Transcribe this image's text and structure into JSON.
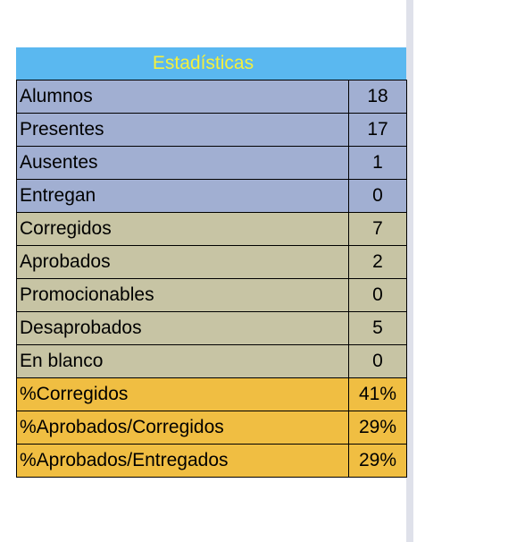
{
  "header": {
    "title": "Estadísticas"
  },
  "colors": {
    "header_bg": "#5ab8f0",
    "header_text": "#f5f03c",
    "group_blue": "#a1afd2",
    "group_tan": "#c7c4a4",
    "group_gold": "#f0be42"
  },
  "rows": [
    {
      "label": "Alumnos",
      "value": "18",
      "group": "blue"
    },
    {
      "label": "Presentes",
      "value": "17",
      "group": "blue"
    },
    {
      "label": "Ausentes",
      "value": "1",
      "group": "blue"
    },
    {
      "label": "Entregan",
      "value": "0",
      "group": "blue"
    },
    {
      "label": "Corregidos",
      "value": "7",
      "group": "tan"
    },
    {
      "label": "Aprobados",
      "value": "2",
      "group": "tan"
    },
    {
      "label": "Promocionables",
      "value": "0",
      "group": "tan"
    },
    {
      "label": "Desaprobados",
      "value": "5",
      "group": "tan"
    },
    {
      "label": "En blanco",
      "value": "0",
      "group": "tan"
    },
    {
      "label": "%Corregidos",
      "value": "41%",
      "group": "gold"
    },
    {
      "label": "%Aprobados/Corregidos",
      "value": "29%",
      "group": "gold"
    },
    {
      "label": "%Aprobados/Entregados",
      "value": "29%",
      "group": "gold"
    }
  ]
}
